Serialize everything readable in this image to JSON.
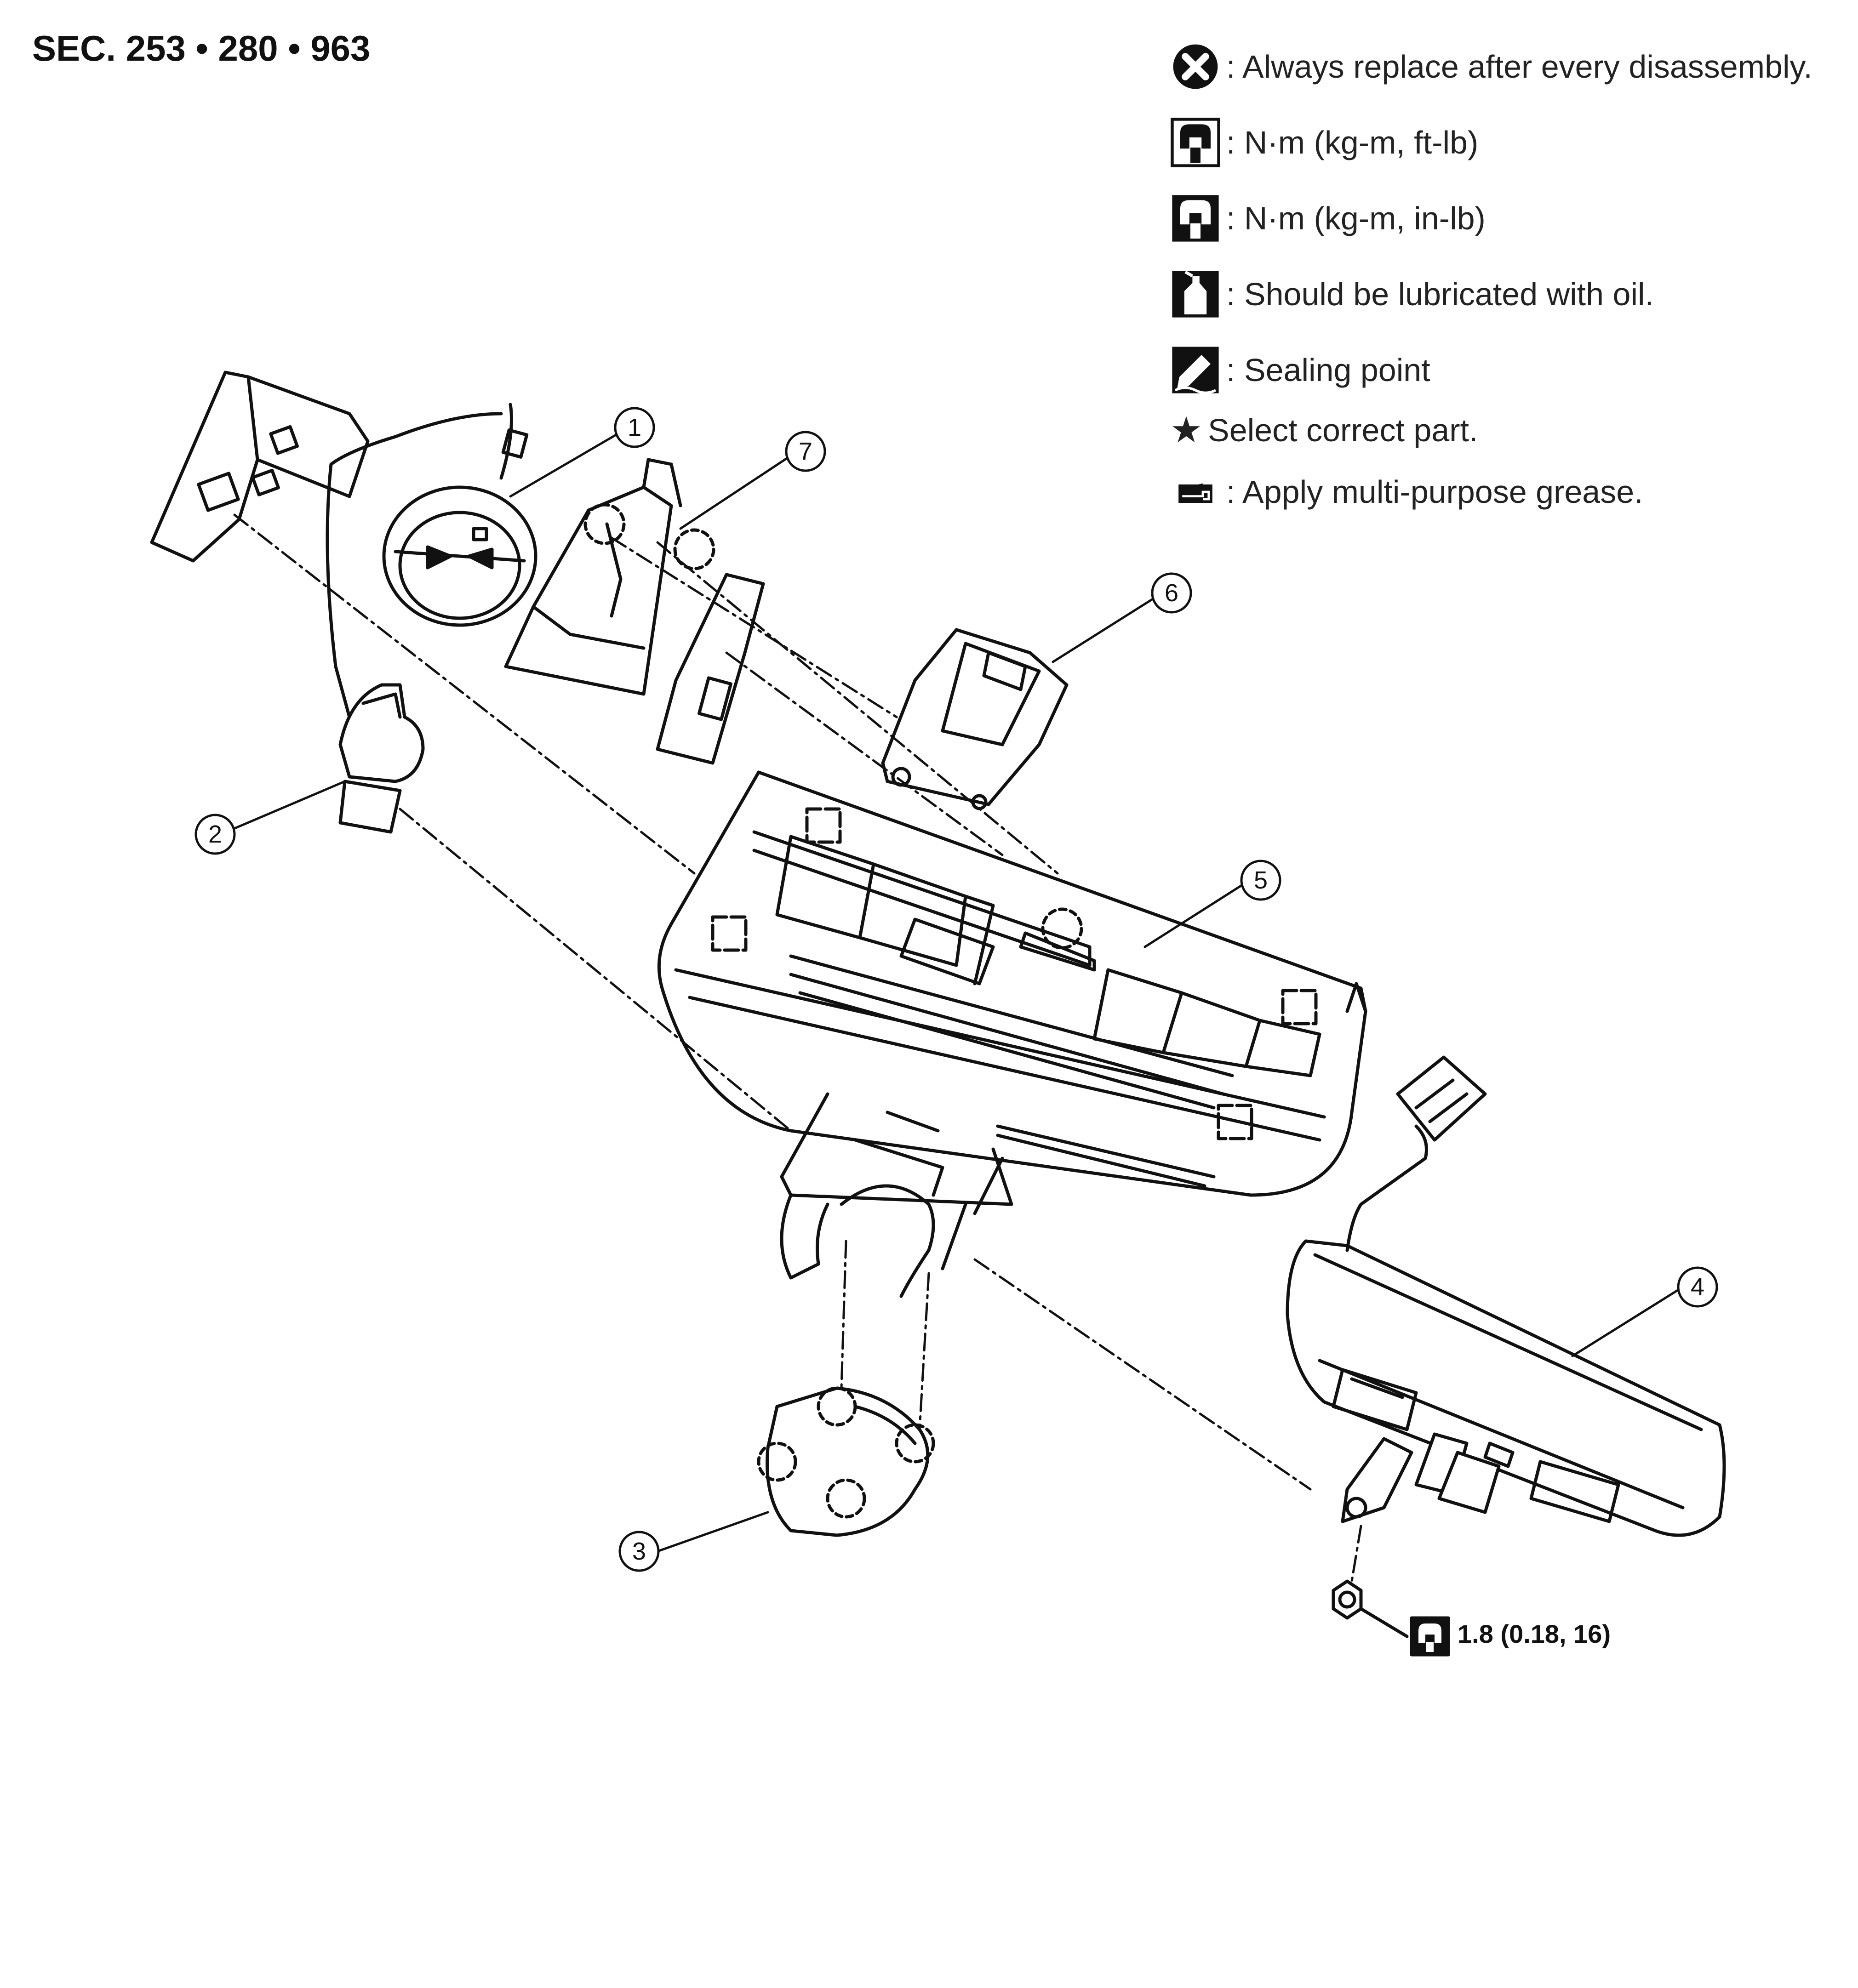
{
  "section_title": "SEC. 253 • 280 • 963",
  "legend": [
    {
      "icon": "x-circle-icon",
      "text": ": Always replace after every disassembly."
    },
    {
      "icon": "torque-wrench-icon",
      "text": ": N·m (kg-m, ft-lb)"
    },
    {
      "icon": "torque-wrench-filled-icon",
      "text": ": N·m (kg-m, in-lb)"
    },
    {
      "icon": "oil-can-icon",
      "text": ": Should be lubricated with oil."
    },
    {
      "icon": "sealing-icon",
      "text": ": Sealing point"
    },
    {
      "icon": "star-icon",
      "text": "Select correct part."
    },
    {
      "icon": "grease-gun-icon",
      "text": ": Apply multi-purpose grease."
    }
  ],
  "callouts": [
    "1",
    "2",
    "3",
    "4",
    "5",
    "6",
    "7"
  ],
  "torque_spec": "1.8 (0.18, 16)",
  "colors": {
    "line": "#111111",
    "fill": "#ffffff"
  }
}
